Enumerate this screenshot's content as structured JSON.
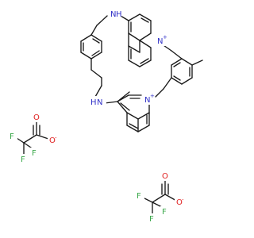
{
  "molecule": {
    "atoms": {
      "nh_top": "N",
      "h_top": "H",
      "nh_mid": "N",
      "h_mid": "H",
      "n_top": "N",
      "plus": "+",
      "n_mid": "N",
      "o1_dbl": "O",
      "o1_neg": "O",
      "f_1a": "F",
      "f_1b": "F",
      "f_1c": "F",
      "o2_dbl": "O",
      "o2_neg": "O",
      "f_2a": "F",
      "f_2b": "F",
      "f_2c": "F",
      "minus": "-"
    },
    "colors": {
      "bond": "#1a1a1a",
      "carbon": "#1a1a1a",
      "nitrogen": "#3232c8",
      "oxygen": "#e02020",
      "fluorine": "#3aa84a"
    }
  }
}
